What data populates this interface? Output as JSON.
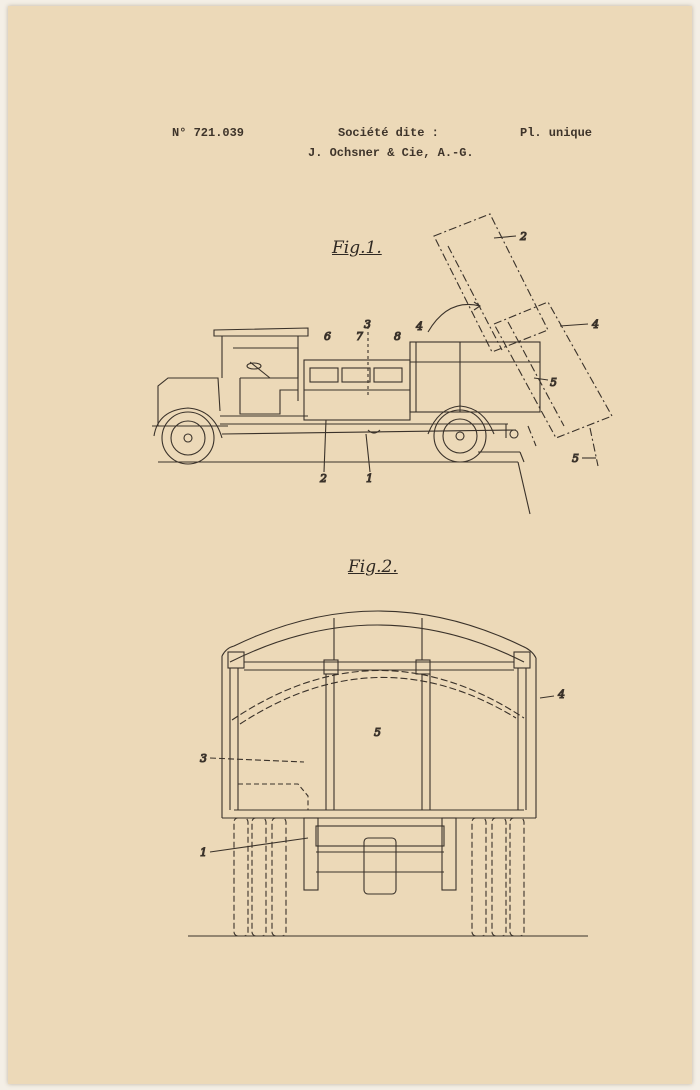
{
  "header": {
    "patent_number": "N° 721.039",
    "company_intro": "Société dite :",
    "company_name": "J. Ochsner & Cie, A.-G.",
    "plate": "Pl. unique"
  },
  "figures": {
    "fig1": {
      "label": "Fig.1.",
      "refs": [
        "2",
        "4",
        "6",
        "7",
        "3",
        "8",
        "4",
        "5",
        "2",
        "1",
        "5"
      ]
    },
    "fig2": {
      "label": "Fig.2.",
      "refs": [
        "4",
        "5",
        "3",
        "1"
      ]
    }
  },
  "colors": {
    "paper": "#ecd9b8",
    "ink": "#2f2923"
  }
}
